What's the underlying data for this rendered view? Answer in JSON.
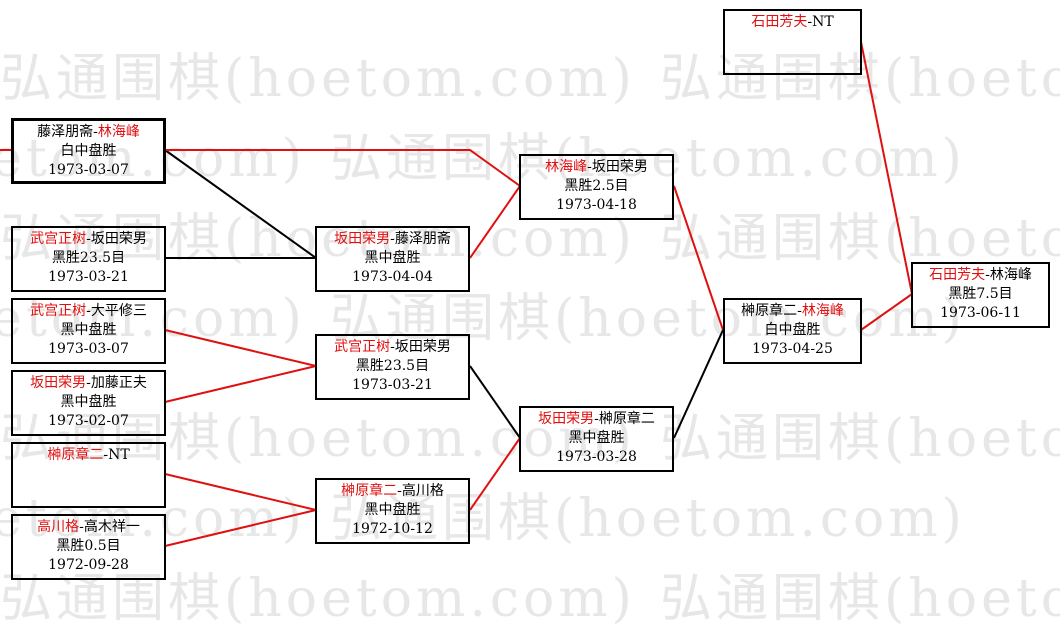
{
  "colors": {
    "winner": "#e01010",
    "loser": "#000000",
    "win_line": "#e01010",
    "lose_line": "#000000",
    "watermark": "#e7e7e7"
  },
  "watermark": "弘通围棋(hoetom.com)",
  "games": [
    {
      "id": "g1",
      "p1": "藤泽朋斋",
      "p2": "林海峰",
      "winner": 2,
      "result": "白中盘胜",
      "date": "1973-03-07"
    },
    {
      "id": "g2",
      "p1": "武宫正树",
      "p2": "坂田荣男",
      "winner": 1,
      "result": "黑胜23.5目",
      "date": "1973-03-21"
    },
    {
      "id": "g3",
      "p1": "武宫正树",
      "p2": "大平修三",
      "winner": 1,
      "result": "黑中盘胜",
      "date": "1973-03-07"
    },
    {
      "id": "g4",
      "p1": "坂田荣男",
      "p2": "加藤正夫",
      "winner": 1,
      "result": "黑中盘胜",
      "date": "1973-02-07"
    },
    {
      "id": "g5",
      "p1": "榊原章二",
      "p2": "NT",
      "winner": 1,
      "result": "",
      "date": ""
    },
    {
      "id": "g6",
      "p1": "高川格",
      "p2": "高木祥一",
      "winner": 1,
      "result": "黑胜0.5目",
      "date": "1972-09-28"
    },
    {
      "id": "g7",
      "p1": "坂田荣男",
      "p2": "藤泽朋斋",
      "winner": 1,
      "result": "黑中盘胜",
      "date": "1973-04-04"
    },
    {
      "id": "g8",
      "p1": "武宫正树",
      "p2": "坂田荣男",
      "winner": 1,
      "result": "黑胜23.5目",
      "date": "1973-03-21"
    },
    {
      "id": "g9",
      "p1": "榊原章二",
      "p2": "高川格",
      "winner": 1,
      "result": "黑中盘胜",
      "date": "1972-10-12"
    },
    {
      "id": "g10",
      "p1": "林海峰",
      "p2": "坂田荣男",
      "winner": 1,
      "result": "黑胜2.5目",
      "date": "1973-04-18"
    },
    {
      "id": "g11",
      "p1": "坂田荣男",
      "p2": "榊原章二",
      "winner": 1,
      "result": "黑中盘胜",
      "date": "1973-03-28"
    },
    {
      "id": "g12",
      "p1": "榊原章二",
      "p2": "林海峰",
      "winner": 2,
      "result": "白中盘胜",
      "date": "1973-04-25"
    },
    {
      "id": "g13",
      "p1": "石田芳夫",
      "p2": "NT",
      "winner": 1,
      "result": "",
      "date": ""
    },
    {
      "id": "g14",
      "p1": "石田芳夫",
      "p2": "林海峰",
      "winner": 1,
      "result": "黑胜7.5目",
      "date": "1973-06-11"
    }
  ]
}
